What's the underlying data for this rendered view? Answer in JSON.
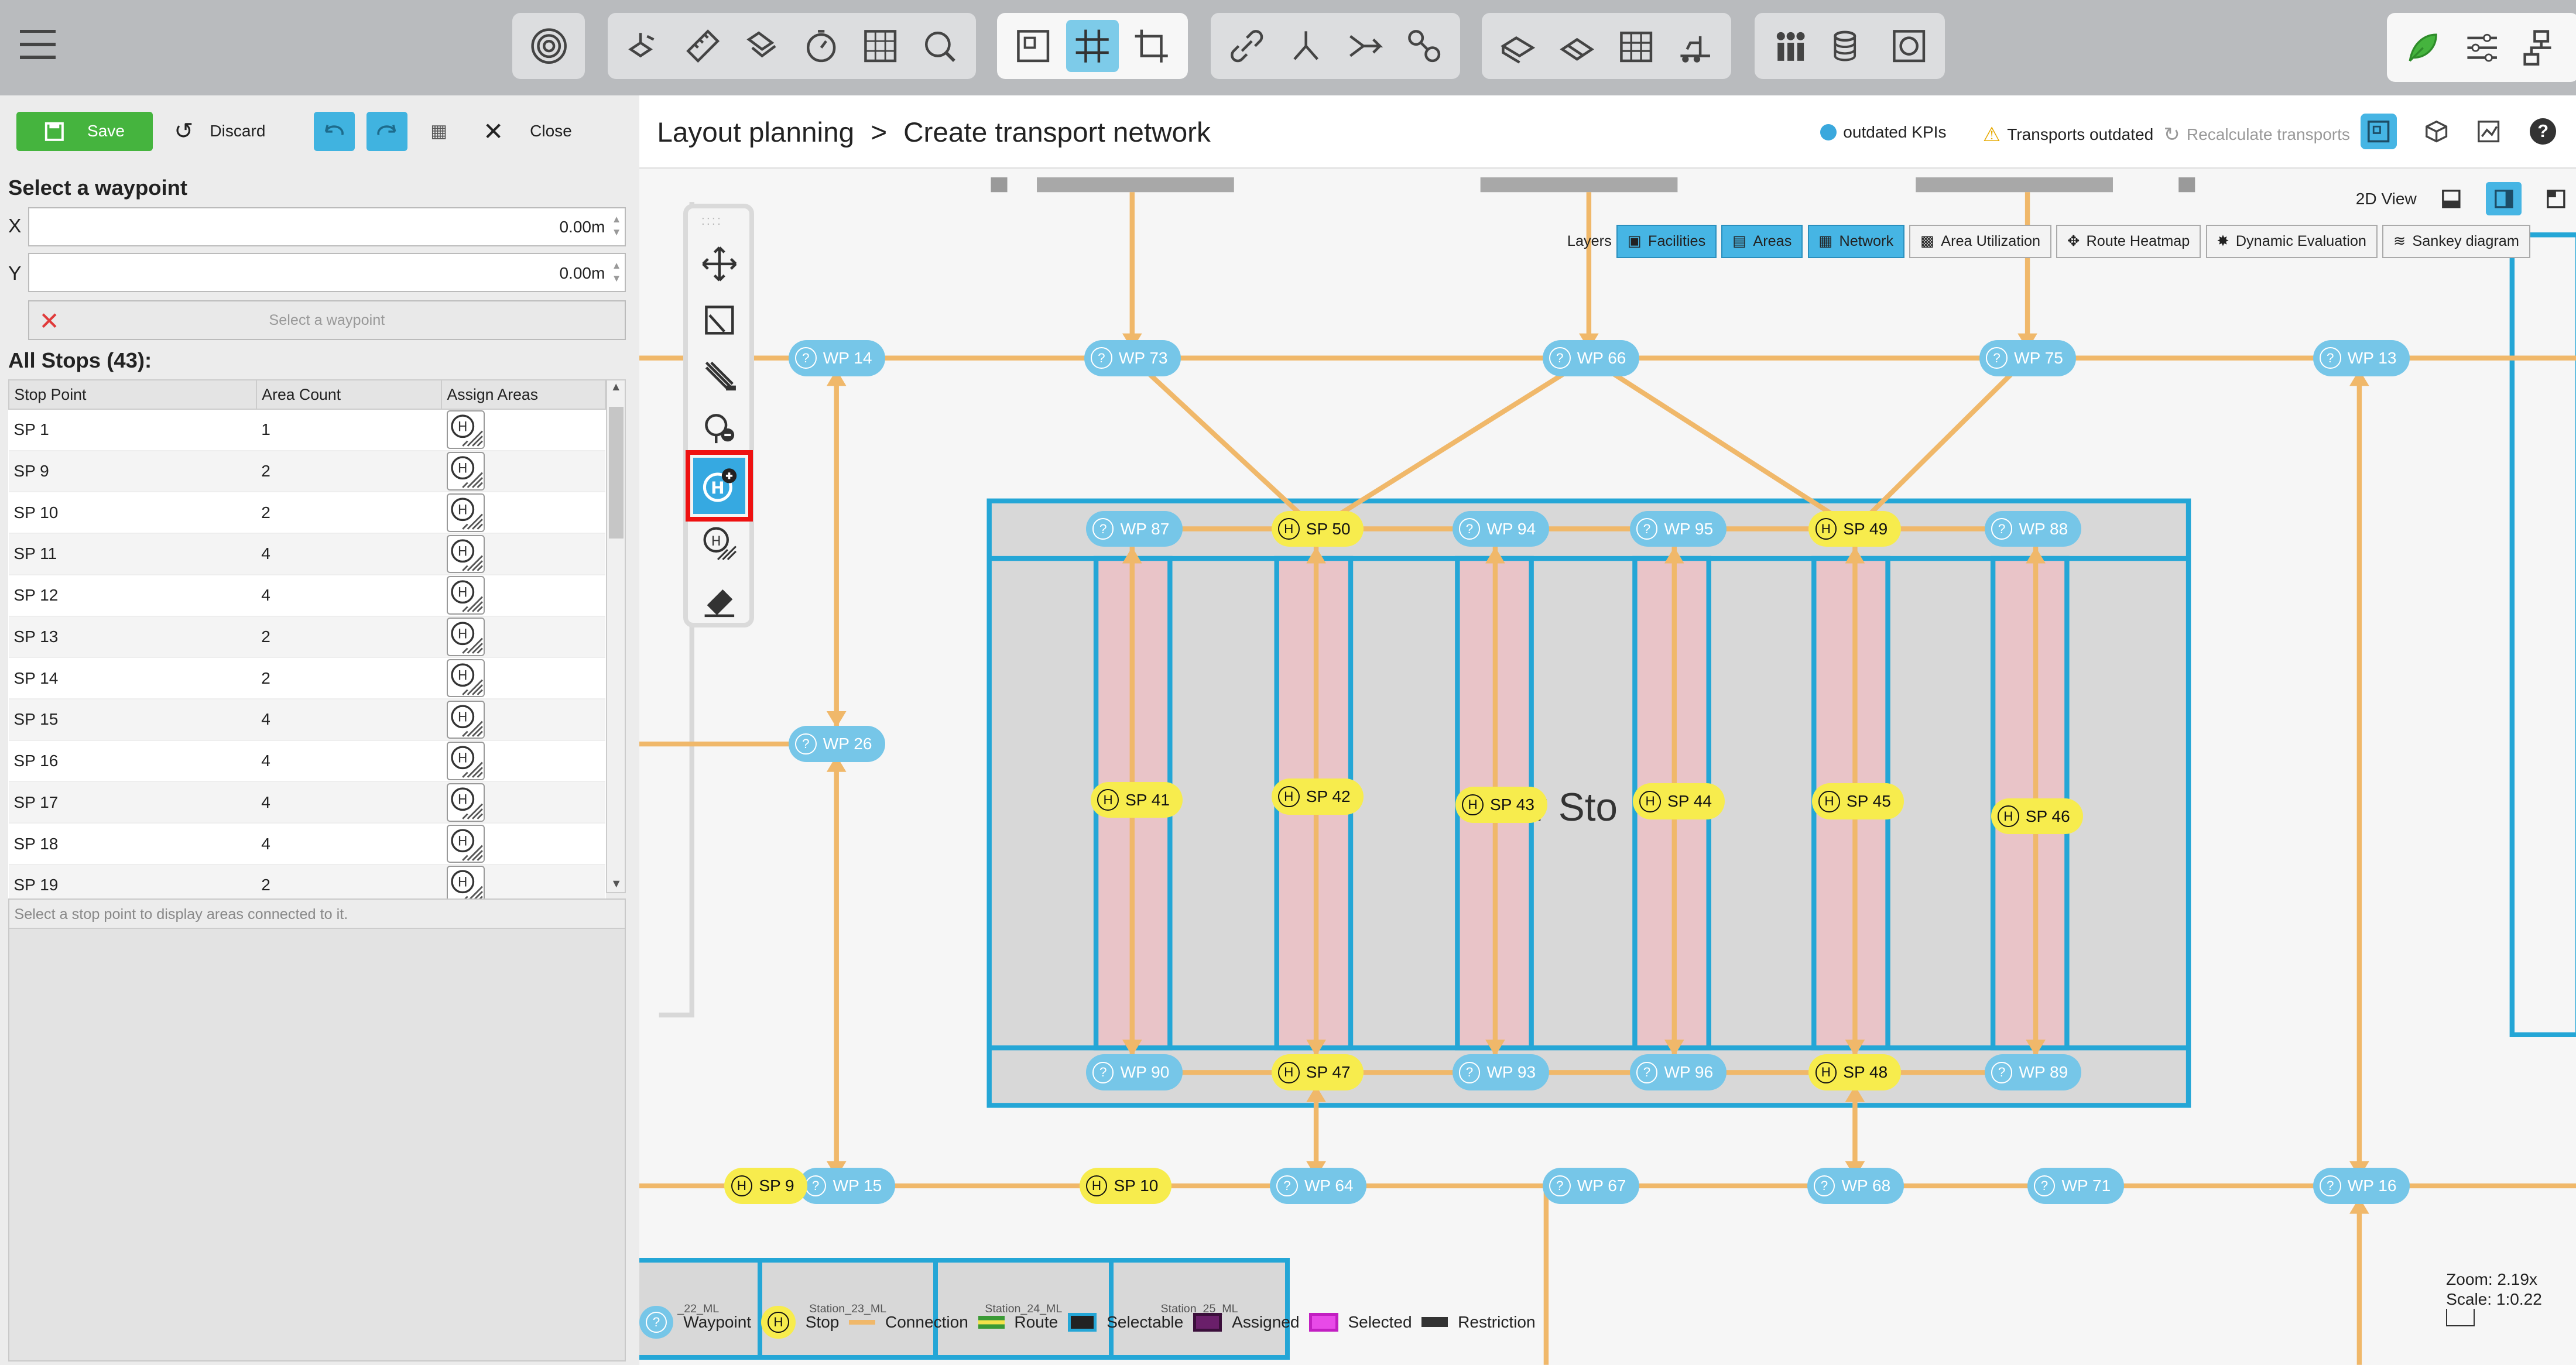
{
  "toolbar": {
    "groups": [
      {
        "icons": [
          "analysis-target-icon"
        ]
      },
      {
        "icons": [
          "facility-tools-icon",
          "ruler-icon",
          "copy-shapes-icon",
          "timer-icon",
          "grid-select-icon",
          "search-cycle-icon"
        ]
      },
      {
        "icons": [
          "layout-area-icon",
          "network-grid-icon",
          "crop-icon"
        ]
      },
      {
        "icons": [
          "link-icon",
          "branch-icon",
          "merge-arrow-icon",
          "chain-icon"
        ]
      },
      {
        "icons": [
          "transport-icon",
          "conveyor-icon",
          "shelf-icon",
          "forklift-icon"
        ]
      },
      {
        "icons": [
          "workers-icon",
          "coins-icon",
          "target-frame-icon"
        ]
      },
      {
        "icons": [
          "leaf-icon",
          "settings-sliders-icon",
          "hierarchy-icon"
        ]
      }
    ]
  },
  "left": {
    "save_label": "Save",
    "discard_label": "Discard",
    "close_label": "Close",
    "select_waypoint_title": "Select a waypoint",
    "x_label": "X",
    "x_value": "0.00m",
    "y_label": "Y",
    "y_value": "0.00m",
    "select_button_label": "Select a waypoint",
    "all_stops_title": "All Stops (43):",
    "columns": [
      "Stop Point",
      "Area Count",
      "Assign Areas"
    ],
    "rows": [
      {
        "stop": "SP 1",
        "count": "1"
      },
      {
        "stop": "SP 9",
        "count": "2"
      },
      {
        "stop": "SP 10",
        "count": "2"
      },
      {
        "stop": "SP 11",
        "count": "4"
      },
      {
        "stop": "SP 12",
        "count": "4"
      },
      {
        "stop": "SP 13",
        "count": "2"
      },
      {
        "stop": "SP 14",
        "count": "2"
      },
      {
        "stop": "SP 15",
        "count": "4"
      },
      {
        "stop": "SP 16",
        "count": "4"
      },
      {
        "stop": "SP 17",
        "count": "4"
      },
      {
        "stop": "SP 18",
        "count": "4"
      },
      {
        "stop": "SP 19",
        "count": "2"
      }
    ],
    "detail_hint": "Select a stop point to display areas connected to it."
  },
  "header": {
    "crumb_parent": "Layout planning",
    "crumb_sep": ">",
    "crumb_current": "Create transport network",
    "outdated_kpis": "outdated KPIs",
    "transports_outdated": "Transports outdated",
    "recalculate": "Recalculate transports"
  },
  "canvas": {
    "view_label": "2D View",
    "layers_label": "Layers",
    "layers": [
      {
        "label": "Facilities",
        "on": true
      },
      {
        "label": "Areas",
        "on": true
      },
      {
        "label": "Network",
        "on": true
      },
      {
        "label": "Area Utilization",
        "on": false
      },
      {
        "label": "Route Heatmap",
        "on": false
      },
      {
        "label": "Dynamic Evaluation",
        "on": false
      },
      {
        "label": "Sankey diagram",
        "on": false
      }
    ],
    "area_label": "r Sto",
    "stations": [
      "_22_ML",
      "Station_23_ML",
      "Station_24_ML",
      "Station_25_ML"
    ],
    "waypoints": [
      "WP 14",
      "WP 73",
      "WP 66",
      "WP 75",
      "WP 13",
      "WP 87",
      "WP 94",
      "WP 95",
      "WP 88",
      "WP 26",
      "WP 90",
      "WP 93",
      "WP 96",
      "WP 89",
      "WP 15",
      "WP 64",
      "WP 67",
      "WP 68",
      "WP 71",
      "WP 16"
    ],
    "stops": [
      "SP 50",
      "SP 49",
      "SP 41",
      "SP 42",
      "SP 43",
      "SP 44",
      "SP 45",
      "SP 46",
      "SP 47",
      "SP 48",
      "SP 9",
      "SP 10"
    ],
    "legend": {
      "waypoint": "Waypoint",
      "stop": "Stop",
      "connection": "Connection",
      "route": "Route",
      "selectable": "Selectable",
      "assigned": "Assigned",
      "selected": "Selected",
      "restriction": "Restriction"
    },
    "zoom": "Zoom: 2.19x",
    "scale": "Scale: 1:0.22"
  },
  "colors": {
    "waypoint": "#76c6e8",
    "stop": "#f7ec4d",
    "connection": "#f0b86a",
    "area_border": "#24a6d6",
    "lane": "#e9c4c8",
    "save": "#45b43e",
    "active_tool_highlight": "#ee1111"
  }
}
